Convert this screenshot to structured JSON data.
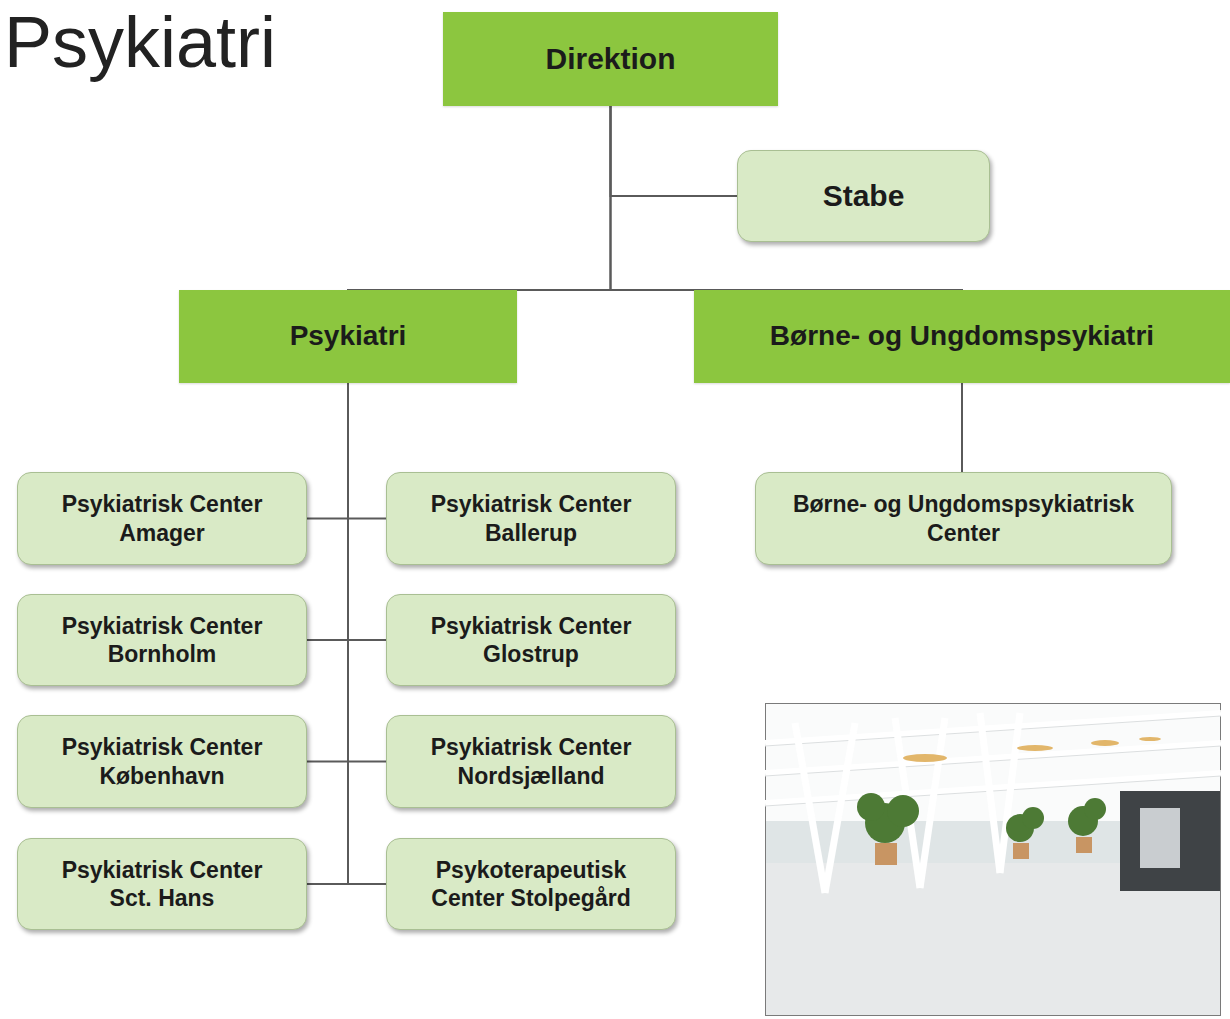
{
  "diagram": {
    "title": "Psykiatri",
    "nodes": [
      {
        "text": [
          "Direktion"
        ]
      },
      {
        "text": [
          "Stabe"
        ]
      },
      {
        "text": [
          "Psykiatri"
        ]
      },
      {
        "text": [
          "Børne- og Ungdomspsykiatri"
        ]
      },
      {
        "text": [
          "Psykiatrisk Center Amager"
        ]
      },
      {
        "text": [
          "Psykiatrisk Center Ballerup"
        ]
      },
      {
        "text": [
          "Psykiatrisk Center Bornholm"
        ]
      },
      {
        "text": [
          "Psykiatrisk Center Glostrup"
        ]
      },
      {
        "text": [
          "Psykiatrisk Center København"
        ]
      },
      {
        "text": [
          "Psykiatrisk Center Nordsjælland"
        ]
      },
      {
        "text": [
          "Psykiatrisk Center Sct. Hans"
        ]
      },
      {
        "text": [
          "Psykoterapeutisk Center Stolpegård"
        ]
      },
      {
        "text": [
          "Børne- og Ungdomspsykiatrisk Center"
        ]
      }
    ],
    "edges": [
      {
        "from": 0,
        "to": 1,
        "arrow": "none"
      },
      {
        "from": 0,
        "to": 2,
        "arrow": "none"
      },
      {
        "from": 0,
        "to": 3,
        "arrow": "none"
      },
      {
        "from": 2,
        "to": 4,
        "arrow": "none"
      },
      {
        "from": 2,
        "to": 5,
        "arrow": "none"
      },
      {
        "from": 2,
        "to": 6,
        "arrow": "none"
      },
      {
        "from": 2,
        "to": 7,
        "arrow": "none"
      },
      {
        "from": 2,
        "to": 8,
        "arrow": "none"
      },
      {
        "from": 2,
        "to": 9,
        "arrow": "none"
      },
      {
        "from": 2,
        "to": 10,
        "arrow": "none"
      },
      {
        "from": 2,
        "to": 11,
        "arrow": "none"
      },
      {
        "from": 3,
        "to": 12,
        "arrow": "none"
      }
    ]
  }
}
